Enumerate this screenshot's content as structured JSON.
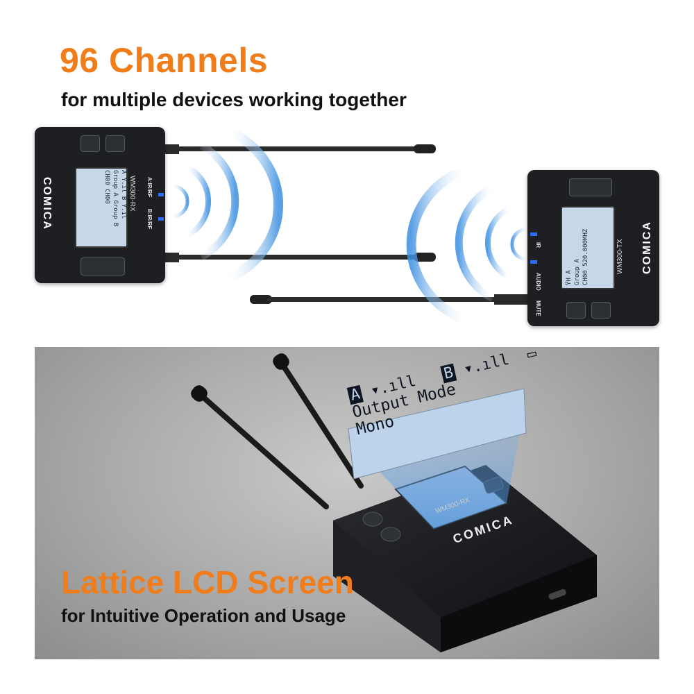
{
  "headline": "96 Channels",
  "subline": "for multiple devices working together",
  "receiver": {
    "brand": "COMICA",
    "model": "WM300",
    "model_suffix": "-RX",
    "label_a": "A:IR/RF",
    "label_b": "B:IR/RF",
    "lcd_lines": [
      "A  Ÿ.ıl    B Ÿ.ıl",
      "Group  A  Group  B",
      "CH00   CH00"
    ]
  },
  "transmitter": {
    "brand": "COMICA",
    "model": "WM300",
    "model_suffix": "-TX",
    "label_ir": "IR",
    "label_audio": "AUDIO",
    "label_mute": "MUTE",
    "lcd_lines": [
      "ŸH  A",
      "Group  A",
      "CH00  520.000MHZ"
    ]
  },
  "big_lcd": {
    "badge_a": "A",
    "badge_b": "B",
    "line2": "Output Mode",
    "line3": "Mono"
  },
  "product": {
    "brand": "COMICA",
    "model": "WM300",
    "model_suffix": "-RX"
  },
  "feature_title": "Lattice LCD Screen",
  "feature_sub": "for Intuitive Operation and Usage",
  "colors": {
    "accent": "#f07d1a",
    "wave": "#3d8fe0",
    "device": "#1d1f22",
    "lcd": "#c7d6e8"
  }
}
